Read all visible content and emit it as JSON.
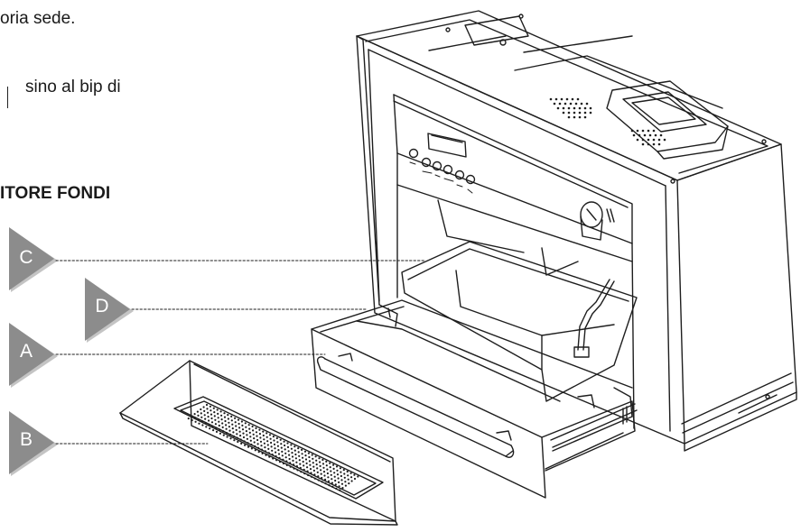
{
  "text": {
    "line1": "oria sede.",
    "line2": "sino al bip di",
    "heading": "ITORE FONDI"
  },
  "callouts": [
    {
      "letter": "C"
    },
    {
      "letter": "D"
    },
    {
      "letter": "A"
    },
    {
      "letter": "B"
    }
  ],
  "colors": {
    "callout_fill": "#8c8c8c",
    "callout_shadow": "#bdbdbd",
    "line": "#1e1e1e"
  }
}
